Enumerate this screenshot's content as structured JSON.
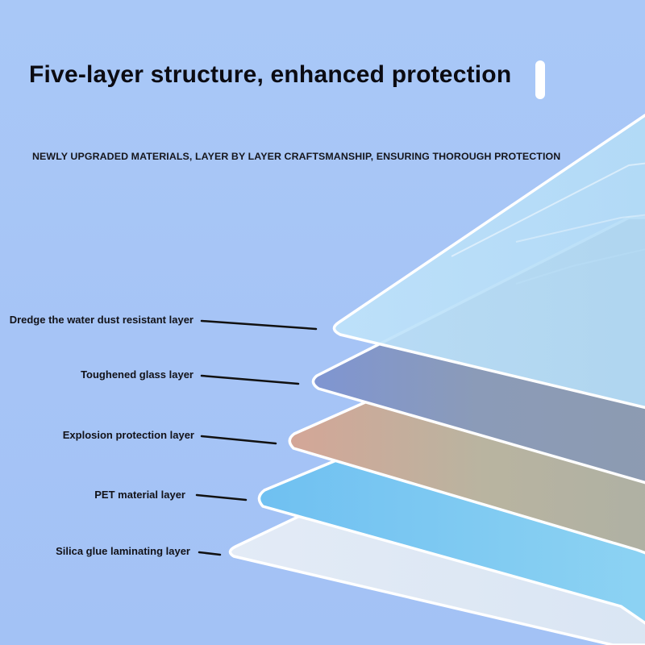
{
  "header": {
    "title": "Five-layer structure, enhanced protection",
    "subtitle": "NEWLY UPGRADED MATERIALS, LAYER BY LAYER CRAFTSMANSHIP, ENSURING THOROUGH PROTECTION"
  },
  "layers": [
    {
      "label": "Dredge the water dust resistant layer",
      "color": "#b4dcf6"
    },
    {
      "label": "Toughened glass layer",
      "color": "#8aa2cc"
    },
    {
      "label": "Explosion protection layer",
      "color": "#c9a89a"
    },
    {
      "label": "PET material layer",
      "color": "#7ccaf1"
    },
    {
      "label": "Silica glue laminating layer",
      "color": "#dde8f5"
    }
  ],
  "colors": {
    "background": "#a6c4f6",
    "outline": "#ffffff",
    "leader": "#111111"
  },
  "icons": {
    "pill": "white-pill-icon"
  }
}
